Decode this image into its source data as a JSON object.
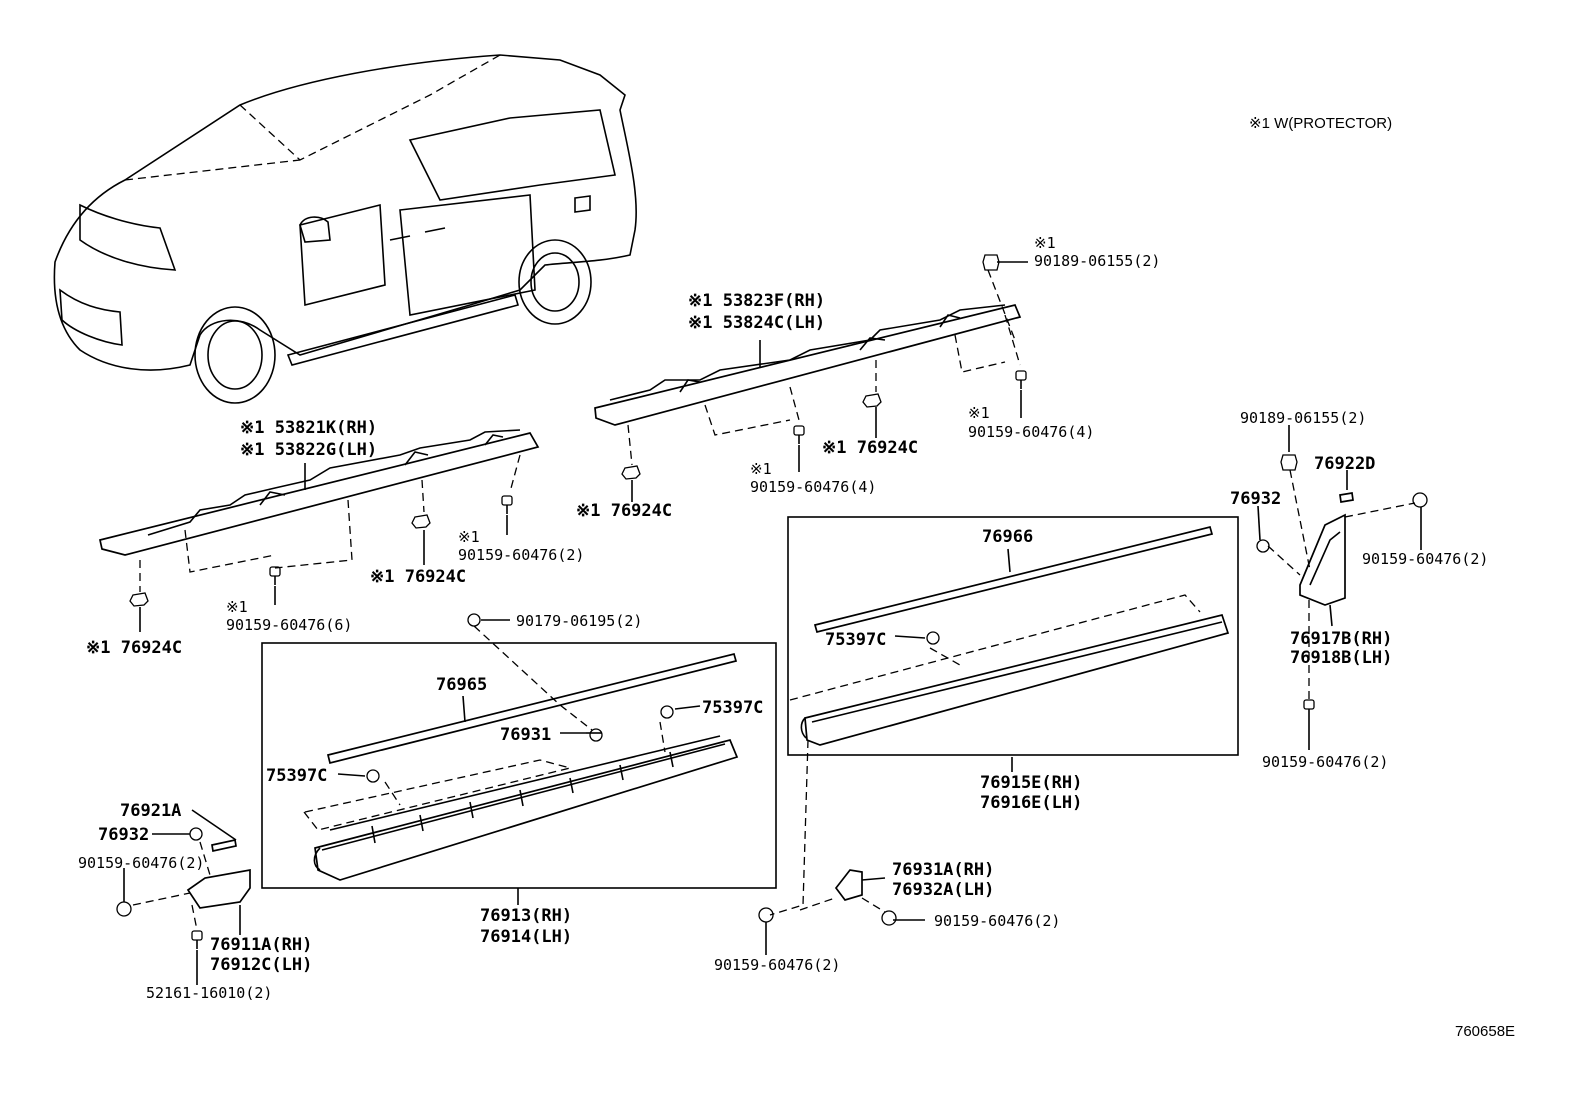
{
  "legend": {
    "note": "※1 W(PROTECTOR)"
  },
  "diagram_id": "760658E",
  "callouts": {
    "c1": [
      "※1",
      "90189-06155(2)"
    ],
    "c2": [
      "※1 53823F(RH)",
      "※1 53824C(LH)"
    ],
    "c3": [
      "※1",
      "90159-60476(4)"
    ],
    "c4": [
      "※1 76924C"
    ],
    "c5": [
      "※1",
      "90159-60476(4)"
    ],
    "c6": [
      "※1 76924C"
    ],
    "c7": [
      "※1 53821K(RH)",
      "※1 53822G(LH)"
    ],
    "c8": [
      "※1",
      "90159-60476(2)"
    ],
    "c9": [
      "※1 76924C"
    ],
    "c10": [
      "※1",
      "90159-60476(6)"
    ],
    "c11": [
      "※1 76924C"
    ],
    "c12": [
      "90179-06195(2)"
    ],
    "c13": [
      "76965"
    ],
    "c14": [
      "75397C"
    ],
    "c15": [
      "76931"
    ],
    "c16": [
      "75397C"
    ],
    "c17": [
      "76913(RH)",
      "76914(LH)"
    ],
    "c18": [
      "76966"
    ],
    "c19": [
      "75397C"
    ],
    "c20": [
      "76915E(RH)",
      "76916E(LH)"
    ],
    "c21": [
      "90189-06155(2)"
    ],
    "c22": [
      "76922D"
    ],
    "c23": [
      "76932"
    ],
    "c24": [
      "90159-60476(2)"
    ],
    "c25": [
      "76917B(RH)",
      "76918B(LH)"
    ],
    "c26": [
      "90159-60476(2)"
    ],
    "c27": [
      "76921A"
    ],
    "c28": [
      "76932"
    ],
    "c29": [
      "90159-60476(2)"
    ],
    "c30": [
      "76911A(RH)",
      "76912C(LH)"
    ],
    "c31": [
      "52161-16010(2)"
    ],
    "c32": [
      "76931A(RH)",
      "76932A(LH)"
    ],
    "c33": [
      "90159-60476(2)"
    ],
    "c34": [
      "90159-60476(2)"
    ]
  }
}
